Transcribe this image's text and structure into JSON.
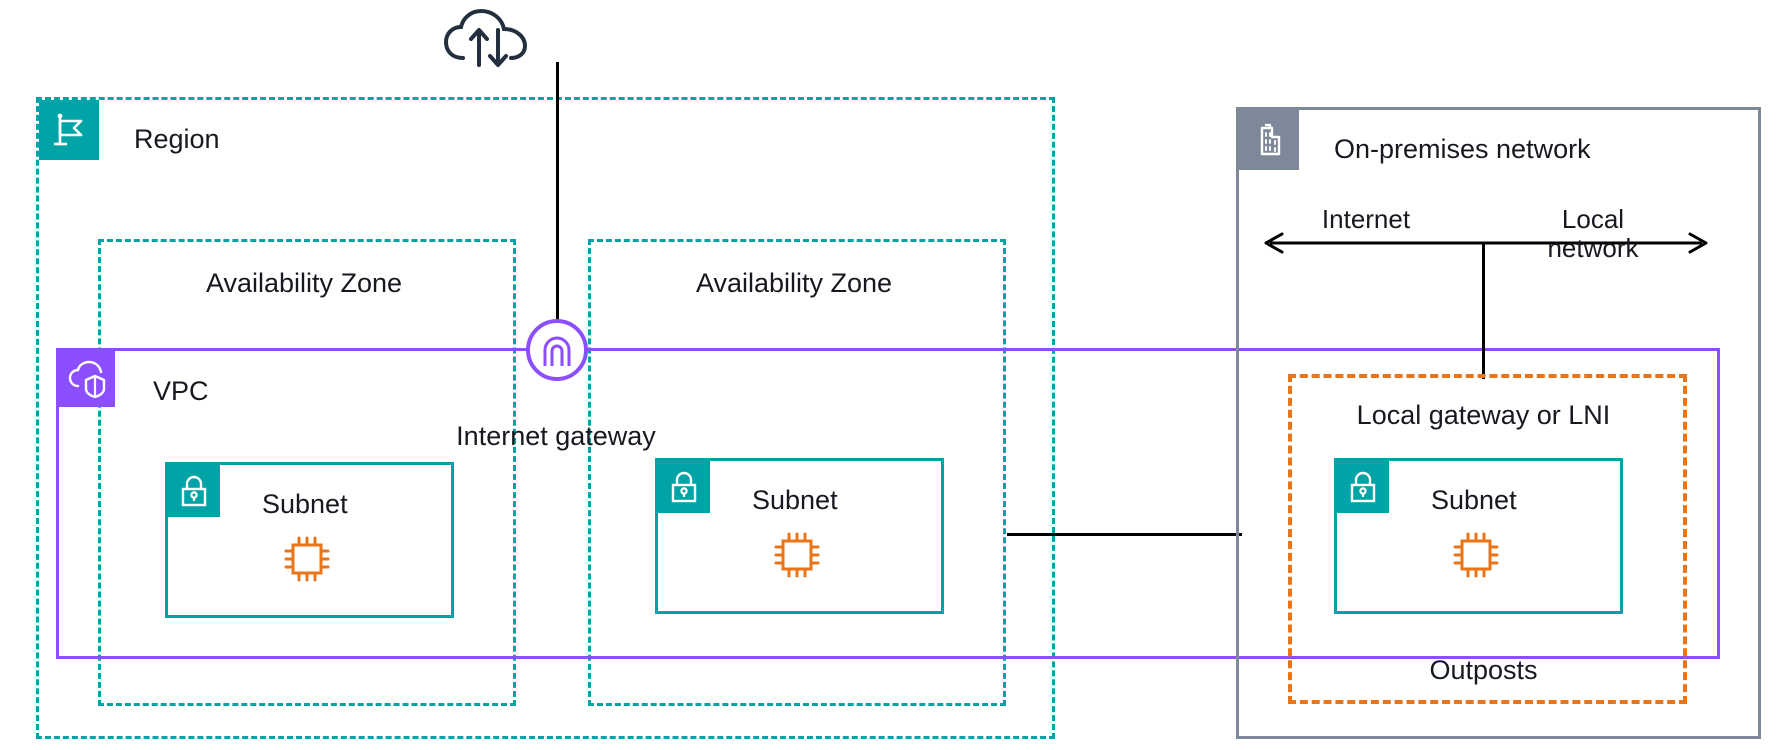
{
  "diagram": {
    "title": "AWS Outposts local gateway / LNI connectivity architecture",
    "colors": {
      "teal": "#00a4a6",
      "purple": "#8c4fff",
      "orange": "#e8751a",
      "slate": "#7d8998",
      "navy": "#232f3e",
      "black": "#000000"
    }
  },
  "region": {
    "label": "Region",
    "icon": "region-flag-icon"
  },
  "availability_zones": [
    {
      "label": "Availability Zone",
      "icon": "dashed-boundary"
    },
    {
      "label": "Availability Zone",
      "icon": "dashed-boundary"
    }
  ],
  "vpc": {
    "label": "VPC",
    "icon": "vpc-cloud-icon"
  },
  "internet": {
    "icon": "internet-cloud-arrows-icon"
  },
  "internet_gateway": {
    "label": "Internet gateway",
    "icon": "internet-gateway-icon"
  },
  "subnets": [
    {
      "label": "Subnet",
      "icon": "subnet-lock-icon",
      "instance_icon": "ec2-instance-icon"
    },
    {
      "label": "Subnet",
      "icon": "subnet-lock-icon",
      "instance_icon": "ec2-instance-icon"
    },
    {
      "label": "Subnet",
      "icon": "subnet-lock-icon",
      "instance_icon": "ec2-instance-icon"
    }
  ],
  "on_premises": {
    "label": "On-premises network",
    "icon": "on-premises-building-icon"
  },
  "traffic_arrows": {
    "left_label": "Internet",
    "right_label_line1": "Local",
    "right_label_line2": "network"
  },
  "outposts": {
    "local_gateway_label": "Local gateway or LNI",
    "footer_label": "Outposts"
  }
}
